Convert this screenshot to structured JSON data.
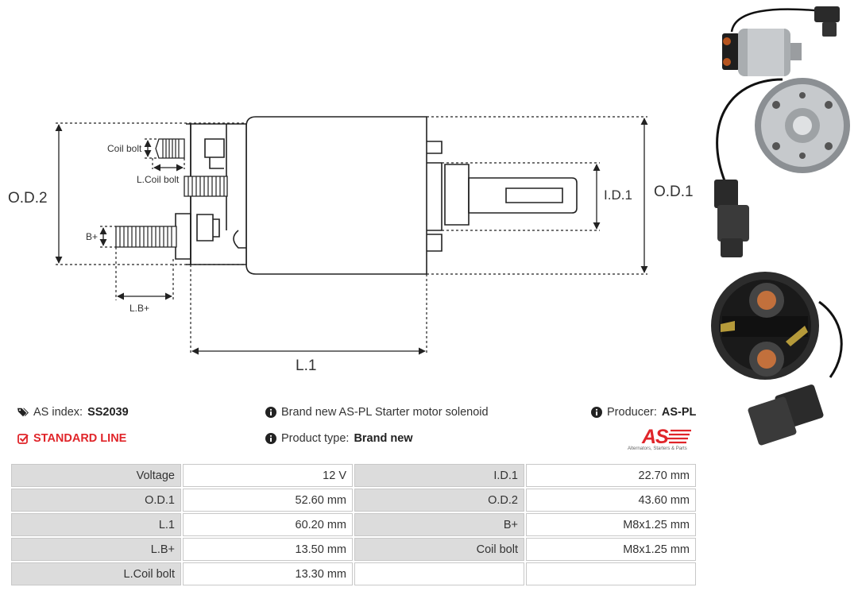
{
  "diagram": {
    "labels": {
      "coil_bolt": "Coil bolt",
      "l_coil_bolt": "L.Coil bolt",
      "b_plus": "B+",
      "l_b_plus": "L.B+",
      "od2": "O.D.2",
      "od1": "O.D.1",
      "id1": "I.D.1",
      "l1": "L.1"
    }
  },
  "info": {
    "as_index_label": "AS index:",
    "as_index_value": "SS2039",
    "standard_line": "STANDARD LINE",
    "description": "Brand new AS-PL Starter motor solenoid",
    "product_type_label": "Product type:",
    "product_type_value": "Brand new",
    "producer_label": "Producer:",
    "producer_value": "AS-PL"
  },
  "logo": {
    "brand": "AS",
    "tagline": "Alternators, Starters & Parts"
  },
  "specs": [
    [
      "Voltage",
      "12 V",
      "I.D.1",
      "22.70 mm"
    ],
    [
      "O.D.1",
      "52.60 mm",
      "O.D.2",
      "43.60 mm"
    ],
    [
      "L.1",
      "60.20 mm",
      "B+",
      "M8x1.25 mm"
    ],
    [
      "L.B+",
      "13.50 mm",
      "Coil bolt",
      "M8x1.25 mm"
    ],
    [
      "L.Coil bolt",
      "13.30 mm",
      "",
      ""
    ]
  ],
  "colors": {
    "accent": "#e0252a",
    "label_bg": "#dcdcdc",
    "border": "#c8c8c8"
  },
  "icons": [
    "tags-icon",
    "info-icon",
    "checkbox-icon"
  ]
}
